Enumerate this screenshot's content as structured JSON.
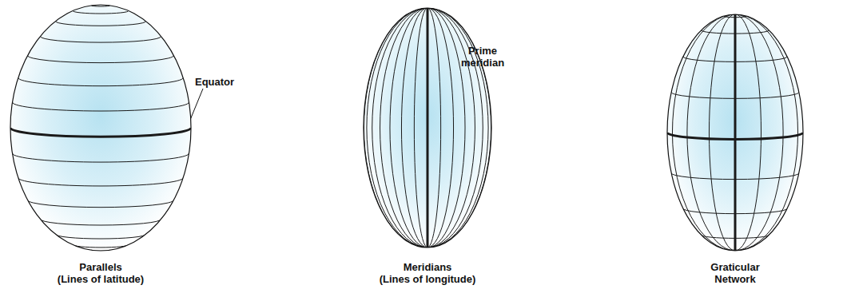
{
  "diagram": {
    "labels": [
      "Equator",
      "Prime meridian",
      "Parallels (Lines of latitude)",
      "Meridians (Lines of longitude)",
      "Graticular Network"
    ]
  }
}
